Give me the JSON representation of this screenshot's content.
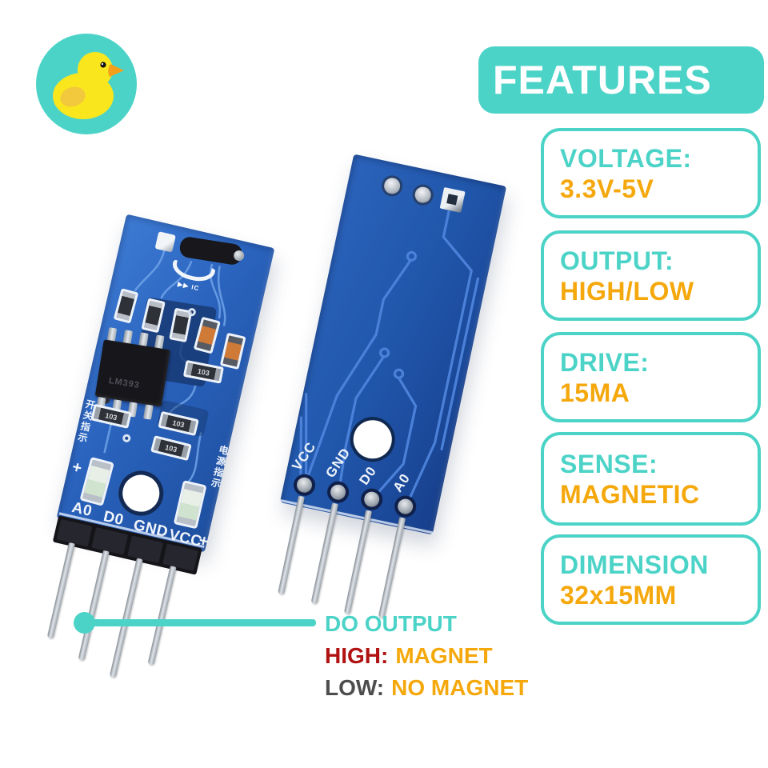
{
  "colors": {
    "accent_teal": "#4CD3C7",
    "accent_yellow": "#F5A80C",
    "high_red": "#B11212",
    "low_gray": "#4D4D4D",
    "pcb_front_blue": "#2A63BD",
    "pcb_back_blue": "#1F52A6",
    "background": "#FFFFFF"
  },
  "logo": {
    "icon": "rubber-duck-icon"
  },
  "features_banner": {
    "label": "FEATURES"
  },
  "feature_cards": [
    {
      "title": "VOLTAGE:",
      "value": "3.3V-5V"
    },
    {
      "title": "OUTPUT:",
      "value": "HIGH/LOW"
    },
    {
      "title": "DRIVE:",
      "value": "15MA"
    },
    {
      "title": "SENSE:",
      "value": "MAGNETIC"
    },
    {
      "title": "DIMENSION",
      "value": "32x15MM"
    }
  ],
  "boards": {
    "front": {
      "pin_labels": [
        "A0",
        "D0",
        "GND",
        "VCC"
      ],
      "plus": "+",
      "silkscreen_left": "开关指示",
      "silkscreen_right": "电源指示",
      "ic_marking": "▶▶ IC",
      "chip_marking": "LM393",
      "resistor_marking": "103"
    },
    "back": {
      "pin_labels": [
        "VCC",
        "GND",
        "D0",
        "A0"
      ]
    }
  },
  "annotation": {
    "title": "DO OUTPUT",
    "high_label": "HIGH:",
    "high_value": "MAGNET",
    "low_label": "LOW:",
    "low_value": "NO MAGNET"
  }
}
